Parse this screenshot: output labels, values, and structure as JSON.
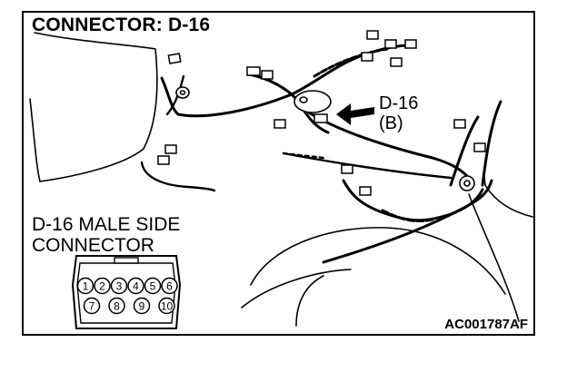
{
  "title": "CONNECTOR: D-16",
  "callout": {
    "line1": "D-16",
    "line2": "(B)"
  },
  "connector_caption": {
    "line1": "D-16 MALE SIDE",
    "line2": "CONNECTOR"
  },
  "figure_code": "AC001787AF",
  "pins": {
    "top_row": [
      "1",
      "2",
      "3",
      "4",
      "5",
      "6"
    ],
    "bottom_row": [
      "7",
      "8",
      "9",
      "10"
    ]
  }
}
